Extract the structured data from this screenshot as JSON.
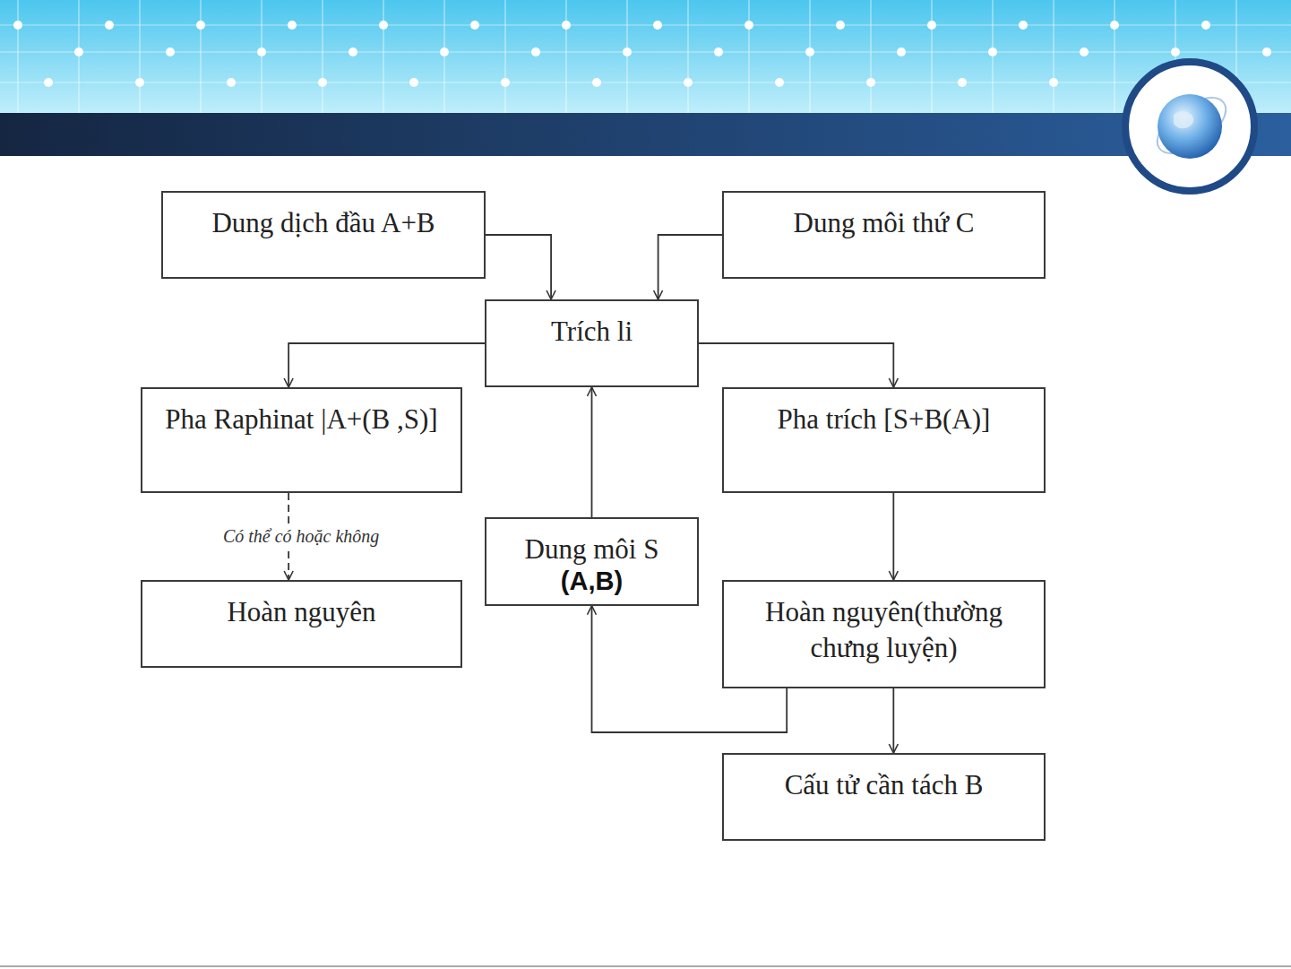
{
  "diagram": {
    "nodes": [
      {
        "text": [
          "Dung dịch đầu A+B"
        ]
      },
      {
        "text": [
          "Dung môi thứ C"
        ]
      },
      {
        "text": [
          "Trích li"
        ]
      },
      {
        "text": [
          "Pha Raphinat |A+(B ,S)]"
        ]
      },
      {
        "text": [
          "Pha trích [S+B(A)]"
        ]
      },
      {
        "text": [
          "Dung môi S",
          "(A,B)"
        ]
      },
      {
        "text": [
          "Hoàn nguyên"
        ]
      },
      {
        "text": [
          "Hoàn nguyên(thường chưng luyện)"
        ]
      },
      {
        "text": [
          "Cấu tử cần tách B"
        ]
      }
    ],
    "edges": [
      {
        "from": 0,
        "to": 2,
        "arrow": "to"
      },
      {
        "from": 1,
        "to": 2,
        "arrow": "to"
      },
      {
        "from": 2,
        "to": 3,
        "arrow": "to"
      },
      {
        "from": 2,
        "to": 4,
        "arrow": "to"
      },
      {
        "from": 3,
        "to": 6,
        "label": "Có thể có hoặc không",
        "arrow": "to"
      },
      {
        "from": 4,
        "to": 7,
        "arrow": "to"
      },
      {
        "from": 5,
        "to": 2,
        "arrow": "to"
      },
      {
        "from": 7,
        "to": 5,
        "arrow": "to"
      },
      {
        "from": 7,
        "to": 8,
        "arrow": "to"
      }
    ]
  }
}
